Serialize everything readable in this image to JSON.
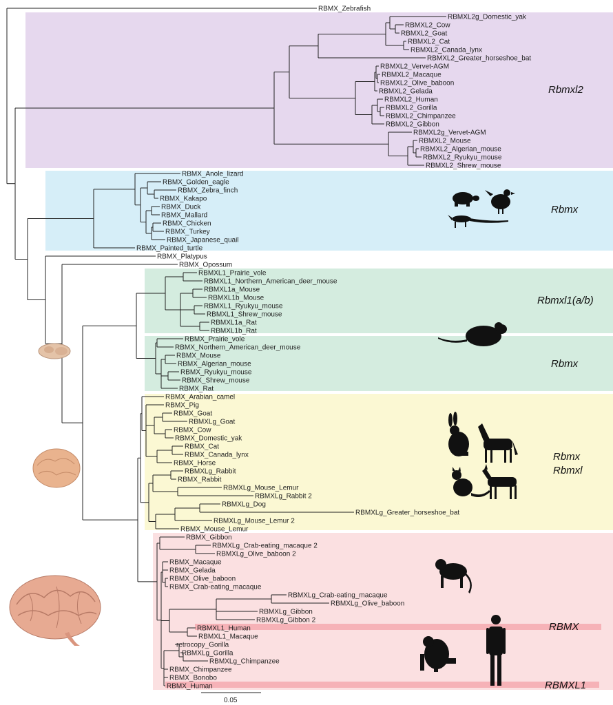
{
  "scale_label": "0.05",
  "clades": [
    {
      "label": "Rbmxl2",
      "color": "#e6d8ee"
    },
    {
      "label": "Rbmx",
      "color": "#d6eef8"
    },
    {
      "label": "Rbmxl1(a/b)",
      "color": "#d4ecdf"
    },
    {
      "label": "Rbmx",
      "color": "#d4ecdf"
    },
    {
      "label": "Rbmx\nRbmxl",
      "color": "#fbf8d3"
    },
    {
      "label": "RBMX",
      "color": "#fbe0e1"
    },
    {
      "label": "RBMXL1",
      "color": "#fbe0e1"
    }
  ],
  "leaves": [
    "RBMX_Zebrafish",
    "RBMXL2g_Domestic_yak",
    "RBMXL2_Cow",
    "RBMXL2_Goat",
    "RBMXL2_Cat",
    "RBMXL2_Canada_lynx",
    "RBMXL2_Greater_horseshoe_bat",
    "RBMXL2_Vervet-AGM",
    "RBMXL2_Macaque",
    "RBMXL2_Olive_baboon",
    "RBMXL2_Gelada",
    "RBMXL2_Human",
    "RBMXL2_Gorilla",
    "RBMXL2_Chimpanzee",
    "RBMXL2_Gibbon",
    "RBMXL2g_Vervet-AGM",
    "RBMXL2_Mouse",
    "RBMXL2_Algerian_mouse",
    "RBMXL2_Ryukyu_mouse",
    "RBMXL2_Shrew_mouse",
    "RBMX_Anole_lizard",
    "RBMX_Golden_eagle",
    "RBMX_Zebra_finch",
    "RBMX_Kakapo",
    "RBMX_Duck",
    "RBMX_Mallard",
    "RBMX_Chicken",
    "RBMX_Turkey",
    "RBMX_Japanese_quail",
    "RBMX_Painted_turtle",
    "RBMX_Platypus",
    "RBMX_Opossum",
    "RBMXL1_Prairie_vole",
    "RBMXL1_Northern_American_deer_mouse",
    "RBMXL1a_Mouse",
    "RBMXL1b_Mouse",
    "RBMXL1_Ryukyu_mouse",
    "RBMXL1_Shrew_mouse",
    "RBMXL1a_Rat",
    "RBMXL1b_Rat",
    "RBMX_Prairie_vole",
    "RBMX_Northern_American_deer_mouse",
    "RBMX_Mouse",
    "RBMX_Algerian_mouse",
    "RBMX_Ryukyu_mouse",
    "RBMX_Shrew_mouse",
    "RBMX_Rat",
    "RBMX_Arabian_camel",
    "RBMX_Pig",
    "RBMX_Goat",
    "RBMXLg_Goat",
    "RBMX_Cow",
    "RBMX_Domestic_yak",
    "RBMX_Cat",
    "RBMX_Canada_lynx",
    "RBMX_Horse",
    "RBMXLg_Rabbit",
    "RBMX_Rabbit",
    "RBMXLg_Mouse_Lemur",
    "RBMXLg_Rabbit 2",
    "RBMXLg_Dog",
    "RBMXLg_Greater_horseshoe_bat",
    "RBMXLg_Mouse_Lemur 2",
    "RBMX_Mouse_Lemur",
    "RBMX_Gibbon",
    "RBMXLg_Crab-eating_macaque 2",
    "RBMXLg_Olive_baboon 2",
    "RBMX_Macaque",
    "RBMX_Gelada",
    "RBMX_Olive_baboon",
    "RBMX_Crab-eating_macaque",
    "RBMXLg_Crab-eating_macaque",
    "RBMXLg_Olive_baboon",
    "RBMXLg_Gibbon",
    "RBMXLg_Gibbon 2",
    "RBMXL1_Human",
    "RBMXL1_Macaque",
    "retrocopy_Gorilla",
    "RBMXLg_Gorilla",
    "RBMXLg_Chimpanzee",
    "RBMX_Chimpanzee",
    "RBMX_Bonobo",
    "RBMX_Human"
  ],
  "silhouettes": [
    "turtle-icon",
    "chicken-icon",
    "lizard-icon",
    "mouse-icon",
    "rabbit-icon",
    "horse-icon",
    "cat-icon",
    "goat-icon",
    "monkey-icon",
    "gorilla-icon",
    "human-icon"
  ]
}
